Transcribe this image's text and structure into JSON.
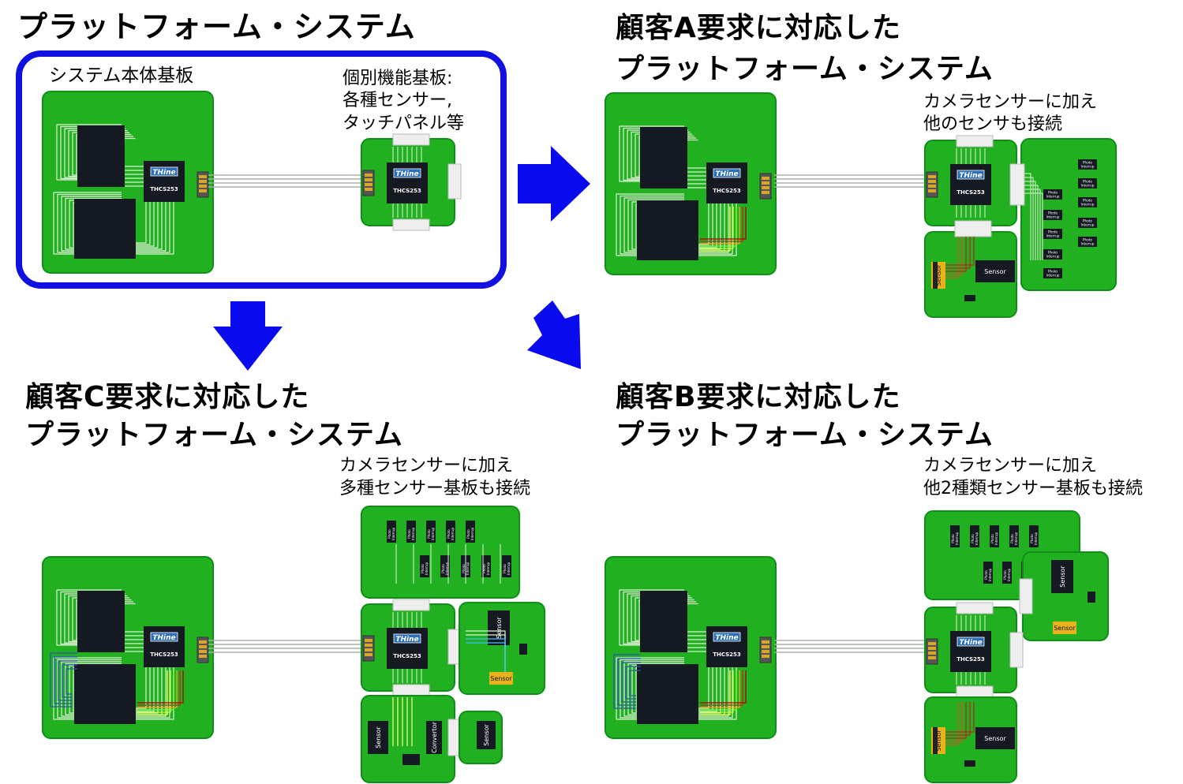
{
  "platform": {
    "title": "プラットフォーム・システム",
    "main_board_label": "システム本体基板",
    "sub_board_label_line1": "個別機能基板:",
    "sub_board_label_line2": "各種センサー,",
    "sub_board_label_line3": "タッチパネル等"
  },
  "customer_a": {
    "title_line1": "顧客A要求に対応した",
    "title_line2": "プラットフォーム・システム",
    "note_line1": "カメラセンサーに加え",
    "note_line2": "他のセンサも接続"
  },
  "customer_c": {
    "title_line1": "顧客C要求に対応した",
    "title_line2": "プラットフォーム・システム",
    "note_line1": "カメラセンサーに加え",
    "note_line2": "多種センサー基板も接続"
  },
  "customer_b": {
    "title_line1": "顧客B要求に対応した",
    "title_line2": "プラットフォーム・システム",
    "note_line1": "カメラセンサーに加え",
    "note_line2": "他2種類センサー基板も接続"
  },
  "chip": {
    "logo": "THine",
    "part": "THCS253"
  },
  "parts": {
    "photo_line1": "Photo",
    "photo_line2": "Interrup",
    "sensor": "Sensor",
    "convertor": "Convertor"
  },
  "colors": {
    "board_green": "#20b020",
    "board_border": "#0f8f1a",
    "frame_blue": "#1010e0",
    "arrow_blue": "#0a0aee",
    "ic_black": "#151a22"
  }
}
